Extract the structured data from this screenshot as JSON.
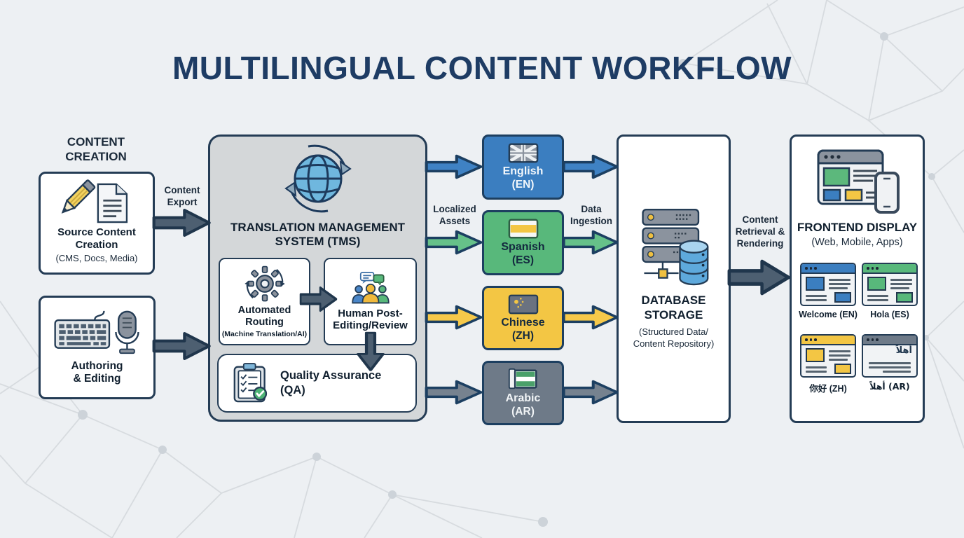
{
  "title": "MULTILINGUAL CONTENT WORKFLOW",
  "content_creation": {
    "heading": "CONTENT\nCREATION",
    "source_box": {
      "title": "Source Content\nCreation",
      "subtitle": "(CMS, Docs, Media)"
    },
    "authoring_box": {
      "title": "Authoring\n& Editing"
    }
  },
  "flow_labels": {
    "content_export": "Content\nExport",
    "localized_assets": "Localized\nAssets",
    "data_ingestion": "Data\nIngestion",
    "content_retrieval": "Content\nRetrieval &\nRendering"
  },
  "tms": {
    "title": "TRANSLATION MANAGEMENT\nSYSTEM (TMS)",
    "automated_routing": {
      "title": "Automated\nRouting",
      "subtitle": "(Machine Translation/AI)"
    },
    "human_post_editing": {
      "title": "Human Post-\nEditing/Review"
    },
    "quality_assurance": {
      "title": "Quality Assurance\n(QA)"
    }
  },
  "languages": [
    {
      "name": "English",
      "code": "(EN)",
      "color": "#3b7ec0"
    },
    {
      "name": "Spanish",
      "code": "(ES)",
      "color": "#58b87b"
    },
    {
      "name": "Chinese",
      "code": "(ZH)",
      "color": "#f3c644"
    },
    {
      "name": "Arabic",
      "code": "(AR)",
      "color": "#6e7a88"
    }
  ],
  "database": {
    "title": "DATABASE\nSTORAGE",
    "subtitle": "(Structured Data/\nContent Repository)"
  },
  "frontend": {
    "title": "FRONTEND DISPLAY",
    "subtitle": "(Web, Mobile, Apps)",
    "previews": [
      {
        "label": "Welcome (EN)",
        "accent": "#3b7ec0"
      },
      {
        "label": "Hola (ES)",
        "accent": "#58b87b"
      },
      {
        "label": "你好 (ZH)",
        "accent": "#f3c644"
      },
      {
        "label": "أهلاً (AR)",
        "accent": "#6e7a88",
        "window_text": "أهلاً"
      }
    ]
  },
  "icons": [
    "pencil-icon",
    "document-icon",
    "keyboard-icon",
    "microphone-icon",
    "globe-sync-icon",
    "gear-sync-icon",
    "people-chat-icon",
    "clipboard-check-icon",
    "uk-flag-icon",
    "spain-flag-icon",
    "china-flag-icon",
    "arabic-flag-icon",
    "server-stack-icon",
    "database-cylinder-icon",
    "browser-window-icon",
    "smartphone-icon"
  ],
  "colors": {
    "background": "#edf0f3",
    "navy_border": "#243c55",
    "title_text": "#1e3c64",
    "arrow_dark": "#4d5f71",
    "tms_fill": "#d4d7d9",
    "english_blue": "#3b7ec0",
    "spanish_green": "#58b87b",
    "chinese_yellow": "#f3c644",
    "arabic_gray": "#6e7a88"
  }
}
